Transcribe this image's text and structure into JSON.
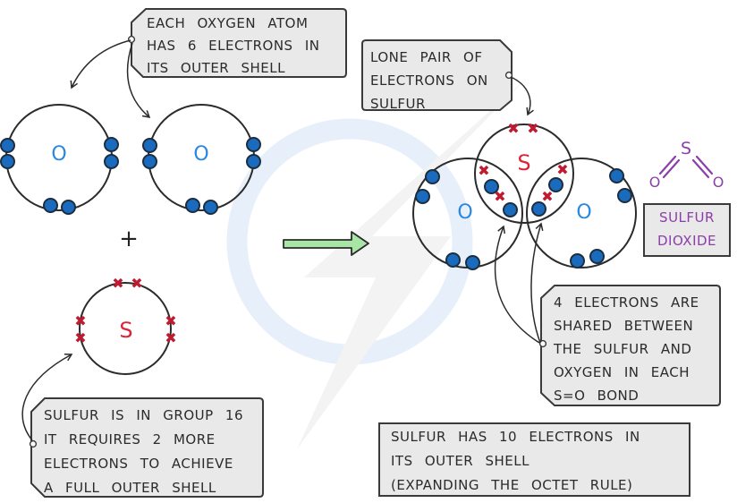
{
  "colors": {
    "callout_bg": "#e9e9e9",
    "callout_border": "#3a3a3a",
    "text": "#2b2b2b",
    "electron_dot": "#1a6bbd",
    "electron_cross": "#c01a30",
    "oxygen_label": "#2b87e0",
    "sulfur_label": "#dc2438",
    "purple": "#8c3fa8",
    "arrow_green": "#a9e5a4"
  },
  "icons": {
    "cross_glyph": "✖"
  },
  "labels": {
    "oxygen": "O",
    "sulfur": "S",
    "plus": "+"
  },
  "callouts": {
    "oxygen": {
      "lines": [
        "EACH OXYGEN ATOM",
        "HAS 6 ELECTRONS IN",
        "ITS OUTER SHELL"
      ]
    },
    "lone_pair": {
      "lines": [
        "LONE PAIR OF",
        "ELECTRONS ON",
        "SULFUR"
      ]
    },
    "sulfur_group": {
      "lines": [
        "SULFUR IS IN GROUP 16",
        "IT REQUIRES 2 MORE",
        "ELECTRONS TO ACHIEVE",
        "A FULL OUTER SHELL"
      ]
    },
    "shared": {
      "lines": [
        "4 ELECTRONS ARE",
        "SHARED BETWEEN",
        "THE SULFUR AND",
        "OXYGEN IN EACH",
        "S=O BOND"
      ]
    },
    "octet": {
      "lines": [
        "SULFUR HAS 10 ELECTRONS IN",
        "ITS OUTER SHELL",
        "(EXPANDING THE OCTET RULE)"
      ]
    }
  },
  "product": {
    "name_lines": [
      "SULFUR",
      "DIOXIDE"
    ],
    "formula": {
      "s": "S",
      "o_left": "O",
      "o_right": "O"
    }
  }
}
